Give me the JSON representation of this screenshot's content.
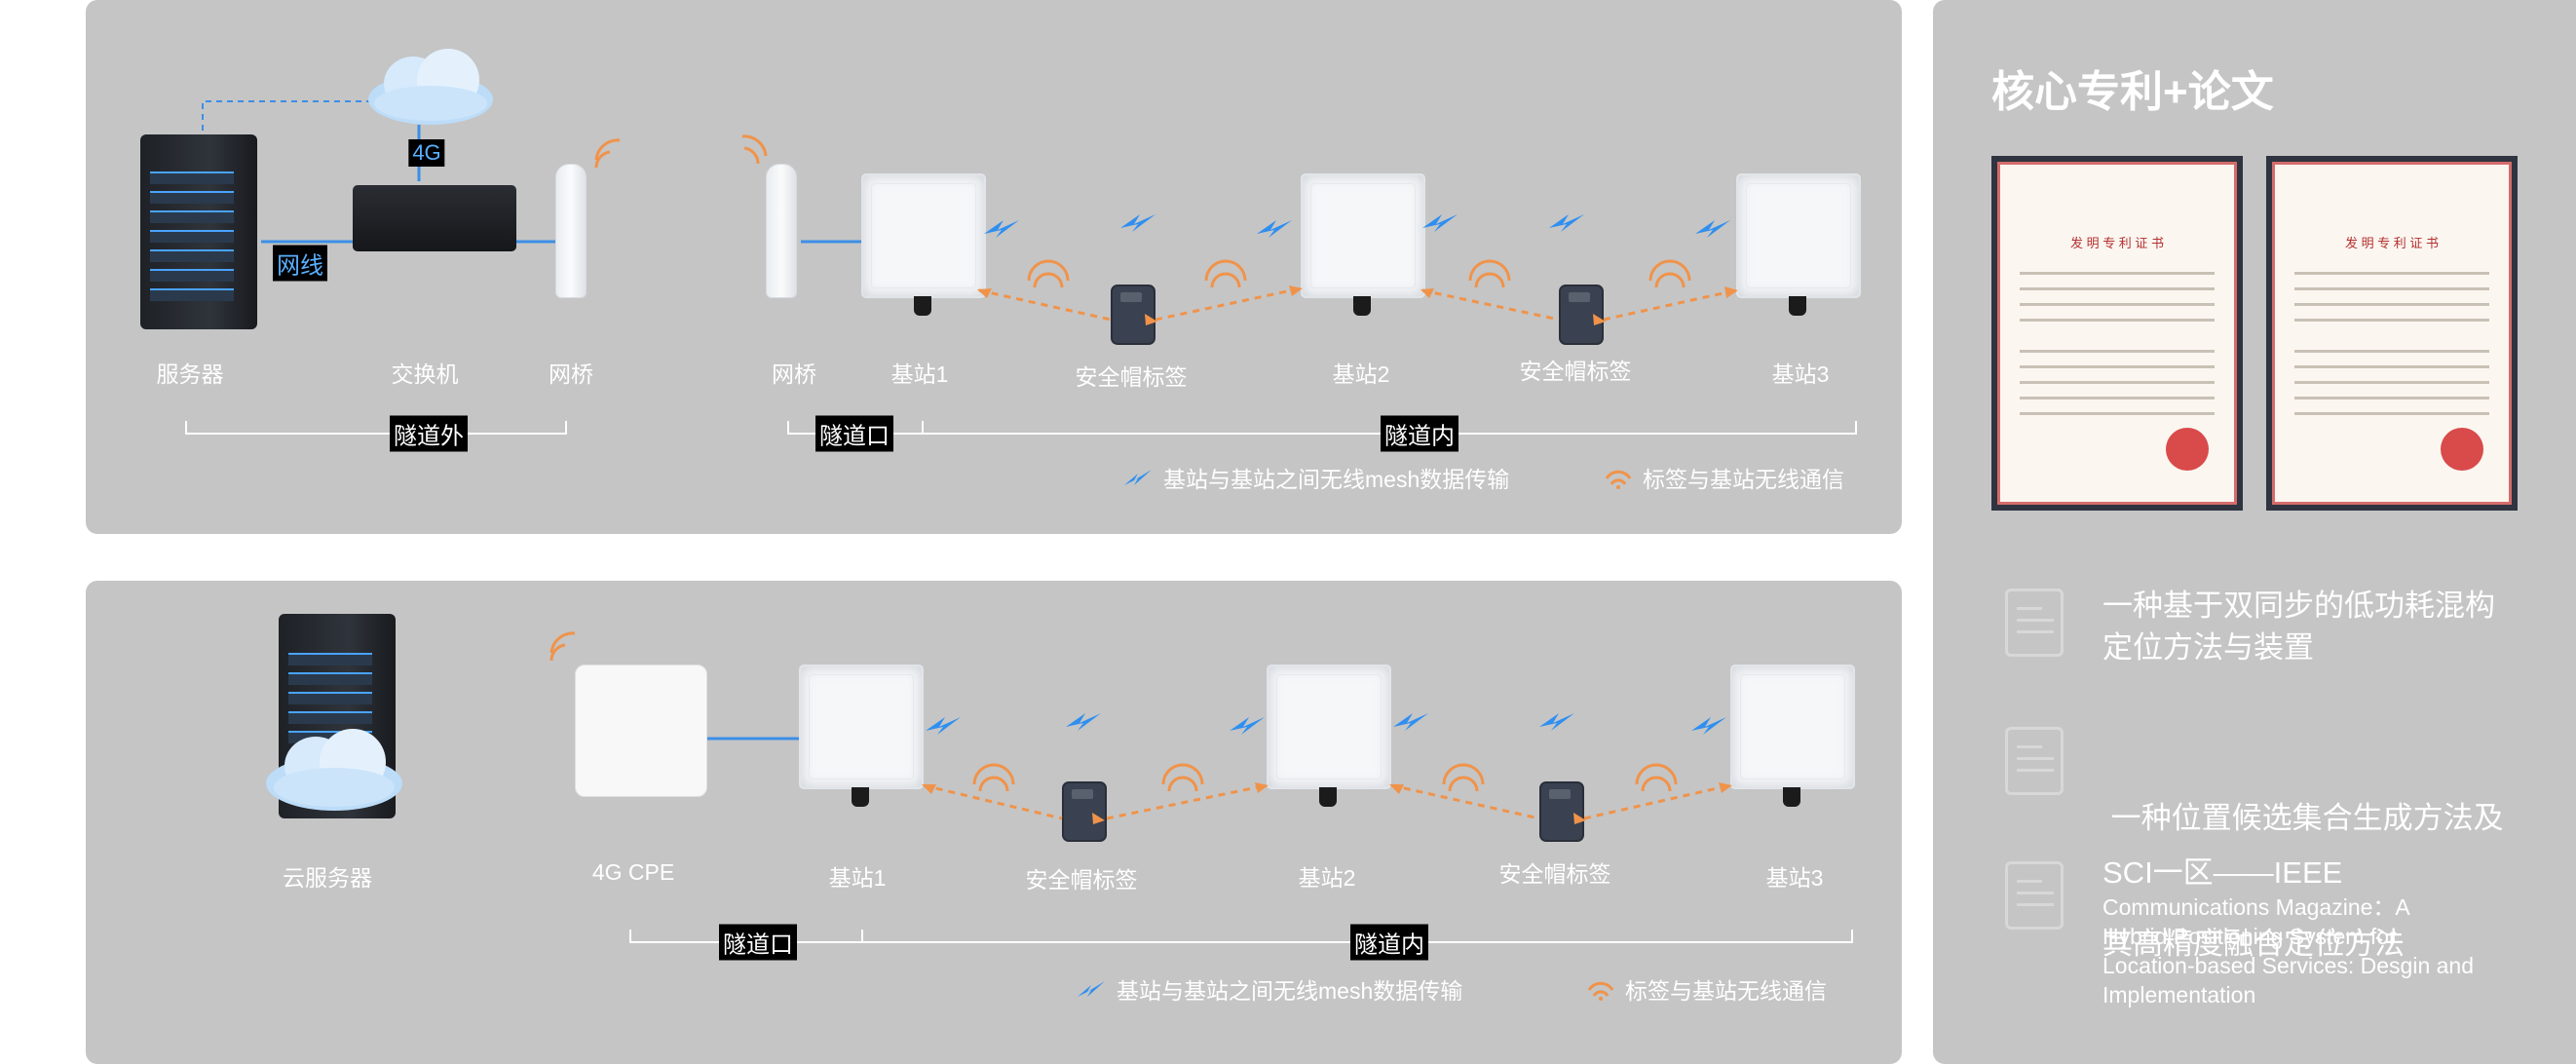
{
  "top": {
    "devices": {
      "server": "服务器",
      "switch": "交换机",
      "bridge_out": "网桥",
      "bridge_in": "网桥",
      "bs1": "基站1",
      "tag1": "安全帽标签",
      "bs2": "基站2",
      "tag2": "安全帽标签",
      "bs3": "基站3"
    },
    "link_4g": "4G",
    "link_cable": "网线",
    "segments": {
      "outside": "隧道外",
      "entrance": "隧道口",
      "inside": "隧道内"
    },
    "legend": {
      "mesh": "基站与基站之间无线mesh数据传输",
      "tag": "标签与基站无线通信"
    }
  },
  "bottom": {
    "devices": {
      "cloud_server": "云服务器",
      "cpe": "4G CPE",
      "bs1": "基站1",
      "tag1": "安全帽标签",
      "bs2": "基站2",
      "tag2": "安全帽标签",
      "bs3": "基站3"
    },
    "segments": {
      "entrance": "隧道口",
      "inside": "隧道内"
    },
    "legend": {
      "mesh": "基站与基站之间无线mesh数据传输",
      "tag": "标签与基站无线通信"
    }
  },
  "side": {
    "title": "核心专利+论文",
    "certificates": [
      {
        "heading": "发 明 专 利 证 书"
      },
      {
        "heading": "发 明 专 利 证 书"
      }
    ],
    "patent1": {
      "line1": "一种基于双同步的低功耗混构",
      "line2": "定位方法与装置"
    },
    "patent2": {
      "line1": " 一种位置候选集合生成方法及",
      "line2": "其高精度融合定位方法"
    },
    "paper": {
      "line1": "SCI一区——IEEE",
      "line2": "Communications Magazine：A",
      "line3": "Hybrid Positioning System for",
      "line4": "Location-based Services: Desgin and",
      "line5": "Implementation"
    }
  },
  "colors": {
    "panel": "#c5c5c5",
    "wire": "#3c8ee6",
    "tag_link": "#f0934a",
    "wifi": "#f0934a",
    "mesh": "#2f8ff0"
  }
}
